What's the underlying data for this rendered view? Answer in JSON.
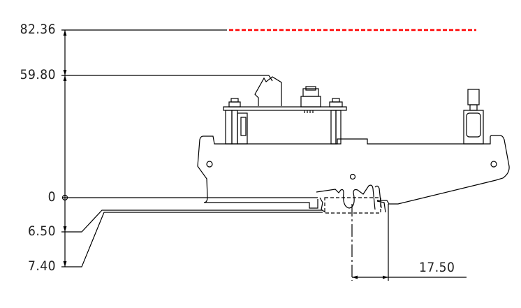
{
  "dimensions": {
    "overall_height": "82.36",
    "module_height": "59.80",
    "rail_datum": "0",
    "rail_depth_1": "6.50",
    "rail_depth_2": "7.40",
    "offset_width": "17.50"
  },
  "colors": {
    "line": "#000000",
    "highlight": "#ff0000"
  }
}
